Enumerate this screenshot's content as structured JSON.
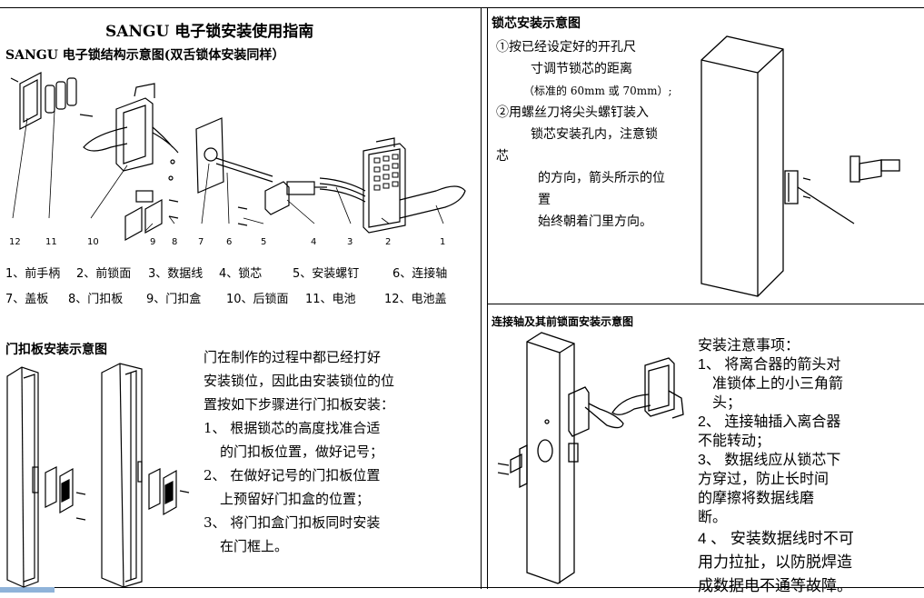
{
  "left": {
    "title": "SANGU 电子锁安装使用指南",
    "subtitle": "SANGU 电子锁结构示意图(双舌锁体安装同样）",
    "callout_numbers": [
      "12",
      "11",
      "10",
      "9",
      "8",
      "7",
      "6",
      "5",
      "4",
      "3",
      "2",
      "1"
    ],
    "parts_row1": [
      "1、前手柄",
      "2、前锁面",
      "3、数据线",
      "4、锁芯",
      "5、安装螺钉",
      "6、连接轴"
    ],
    "parts_row2": [
      "7、盖板",
      "8、门扣板",
      "9、门扣盒",
      "10、后锁面",
      "11、电池",
      "12、电池盖"
    ],
    "strike_title": "门扣板安装示意图",
    "strike_text": [
      "门在制作的过程中都已经打好",
      "安装锁位，因此由安装锁位的位",
      "置按如下步骤进行门扣板安装：",
      "1、    根据锁芯的高度找准合适",
      "的门扣板位置，做好记号；",
      "2、    在做好记号的门扣板位置",
      "上预留好门扣盒的位置；",
      "3、    将门扣盒门扣板同时安装",
      "在门框上。"
    ]
  },
  "right": {
    "cylinder_title": "锁芯安装示意图",
    "cylinder_text": [
      "①按已经设定好的开孔尺",
      "寸调节锁芯的距离",
      "（标准的 60mm 或 70mm）;",
      "②用螺丝刀将尖头螺钉装入",
      "锁芯安装孔内，注意锁",
      "芯",
      "的方向，箭头所示的位",
      "置",
      "始终朝着门里方向。"
    ],
    "spindle_title": "连接轴及其前锁面安装示意图",
    "notes_title": "安装注意事项：",
    "notes": [
      "1、     将离合器的箭头对",
      "准锁体上的小三角箭",
      "头；",
      "2、     连接轴插入离合器",
      "不能转动；",
      "3、     数据线应从锁芯下",
      "方穿过，防止长时间",
      "的摩擦将数据线磨",
      "断。",
      "4 、 安装数据线时不可",
      "用力拉扯，以防脱焊造",
      "成数据电不通等故障。"
    ]
  }
}
